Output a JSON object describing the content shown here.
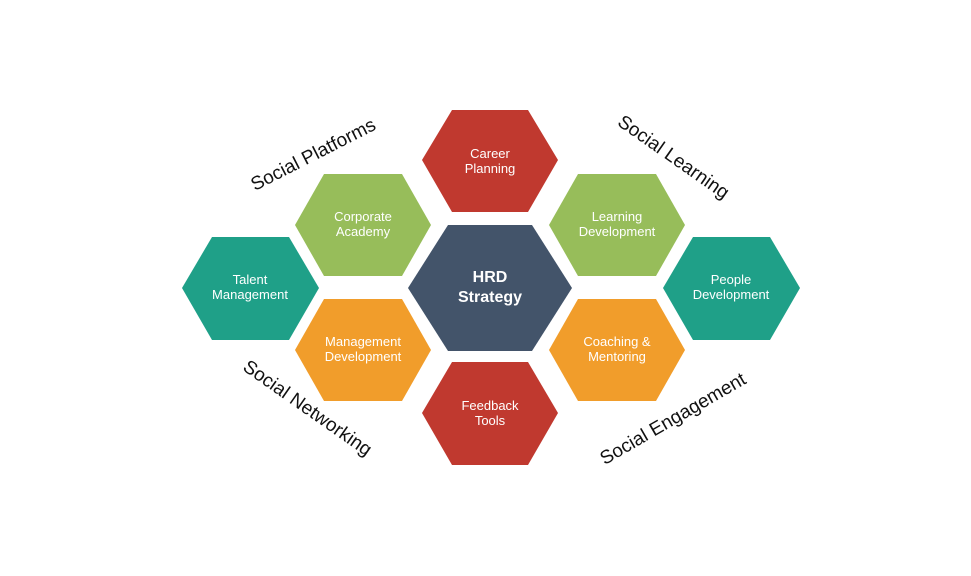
{
  "colors": {
    "red": "#c0392f",
    "green": "#97bd5a",
    "teal": "#1fa088",
    "orange": "#f19d2b",
    "navy": "#43546a"
  },
  "center": {
    "line1": "HRD",
    "line2": "Strategy"
  },
  "hexes": {
    "career_planning": {
      "line1": "Career",
      "line2": "Planning"
    },
    "corporate_academy": {
      "line1": "Corporate",
      "line2": "Academy"
    },
    "learning_development": {
      "line1": "Learning",
      "line2": "Development"
    },
    "talent_management": {
      "line1": "Talent",
      "line2": "Management"
    },
    "people_development": {
      "line1": "People",
      "line2": "Development"
    },
    "management_development": {
      "line1": "Management",
      "line2": "Development"
    },
    "coaching_mentoring": {
      "line1": "Coaching &",
      "line2": "Mentoring"
    },
    "feedback_tools": {
      "line1": "Feedback",
      "line2": "Tools"
    }
  },
  "categories": {
    "social_platforms": "Social Platforms",
    "social_learning": "Social Learning",
    "social_networking": "Social Networking",
    "social_engagement": "Social Engagement"
  }
}
